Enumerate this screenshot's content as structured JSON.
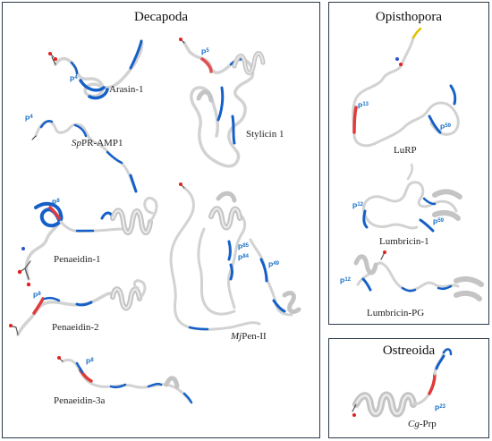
{
  "panels": {
    "decapoda": {
      "title": "Decapoda"
    },
    "opisthopora": {
      "title": "Opisthopora"
    },
    "ostreoida": {
      "title": "Ostreoida"
    }
  },
  "proteins": {
    "arasin1": {
      "label": "Arasin-1",
      "marker": "P",
      "marker_num": "4"
    },
    "sppramp1": {
      "label_italic": "Sp",
      "label_rest": "PR-AMP1",
      "marker": "P",
      "marker_num": "4"
    },
    "stylicin1": {
      "label": "Stylicin 1",
      "marker": "P",
      "marker_num": "5"
    },
    "penaeidin1": {
      "label": "Penaeidin-1",
      "marker": "P",
      "marker_num": "8"
    },
    "penaeidin2": {
      "label": "Penaeidin-2",
      "marker": "P",
      "marker_num": "8"
    },
    "penaeidin3a": {
      "label": "Penaeidin-3a",
      "marker": "P",
      "marker_num": "8"
    },
    "mjpen2": {
      "label_italic": "Mj",
      "label_rest": "Pen-II",
      "markers": [
        {
          "p": "P",
          "n": "85"
        },
        {
          "p": "P",
          "n": "84"
        },
        {
          "p": "P",
          "n": "49"
        }
      ]
    },
    "lurp": {
      "label": "LuRP",
      "markers": [
        {
          "p": "P",
          "n": "13"
        },
        {
          "p": "P",
          "n": "59"
        }
      ]
    },
    "lumbricin1": {
      "label": "Lumbricin-1",
      "markers": [
        {
          "p": "P",
          "n": "12"
        },
        {
          "p": "P",
          "n": "59"
        }
      ]
    },
    "lumbricinpg": {
      "label": "Lumbricin-PG",
      "marker": "P",
      "marker_num": "12"
    },
    "cgprp": {
      "label_italic": "Cg",
      "label_rest": "-Prp",
      "marker": "P",
      "marker_num": "23"
    }
  },
  "colors": {
    "backbone": "#d2d2d2",
    "proline": "#1560c8",
    "highlight": "#e03a3a",
    "border": "#2a3a4a",
    "marker_text": "#1a72c4"
  }
}
